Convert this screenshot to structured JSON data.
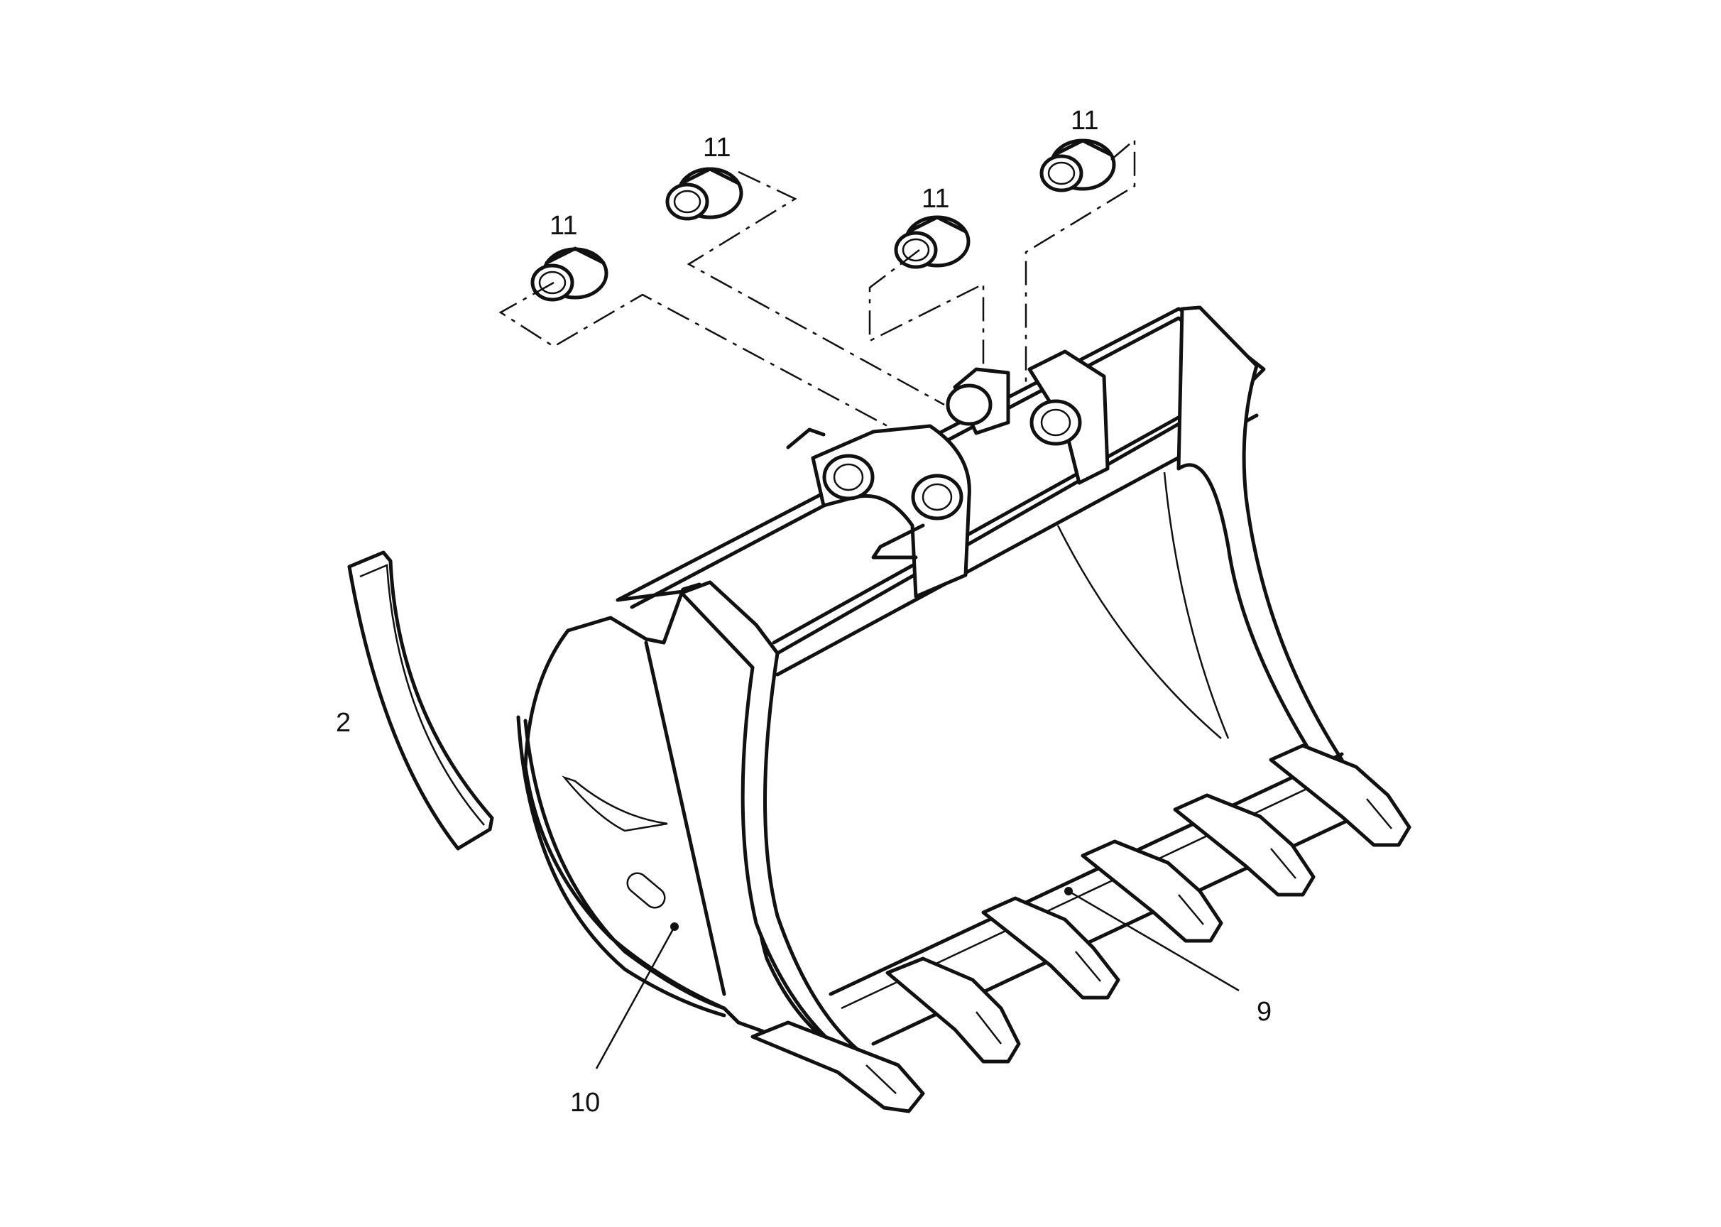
{
  "callouts": {
    "bushing_a": "11",
    "bushing_b": "11",
    "bushing_c": "11",
    "bushing_d": "11",
    "wear_strip": "2",
    "side_cutter": "10",
    "teeth": "9"
  }
}
